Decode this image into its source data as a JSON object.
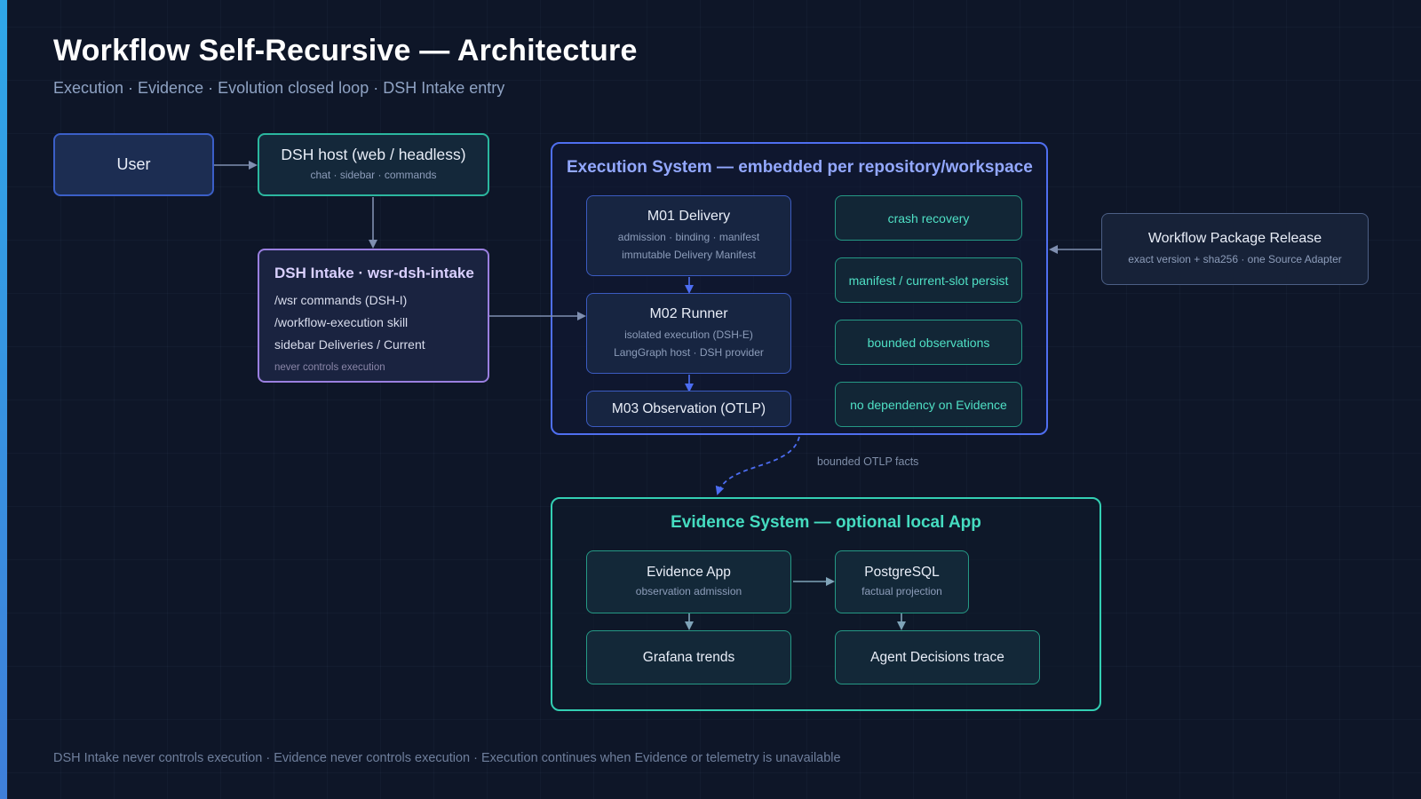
{
  "header": {
    "title": "Workflow Self-Recursive — Architecture",
    "subtitle": "Execution · Evidence · Evolution closed loop · DSH Intake entry"
  },
  "nodes": {
    "user": {
      "label": "User"
    },
    "host": {
      "label": "DSH host (web / headless)",
      "sub": "chat · sidebar · commands"
    },
    "intake": {
      "title": "DSH Intake · wsr-dsh-intake",
      "lines": [
        "/wsr commands (DSH-I)",
        "/workflow-execution skill",
        "sidebar Deliveries / Current"
      ],
      "note": "never controls execution"
    },
    "release": {
      "label": "Workflow Package Release",
      "sub": "exact version + sha256 · one Source Adapter"
    }
  },
  "execution": {
    "title": "Execution System — embedded per repository/workspace",
    "m01": {
      "label": "M01 Delivery",
      "sub1": "admission · binding · manifest",
      "sub2": "immutable Delivery Manifest"
    },
    "m02": {
      "label": "M02 Runner",
      "sub1": "isolated execution (DSH-E)",
      "sub2": "LangGraph host · DSH provider"
    },
    "m03": {
      "label": "M03 Observation (OTLP)"
    },
    "properties": [
      "crash recovery",
      "manifest / current-slot persist",
      "bounded observations",
      "no dependency on Evidence"
    ]
  },
  "edge_label": "bounded OTLP facts",
  "evidence": {
    "title": "Evidence System — optional local App",
    "app": {
      "label": "Evidence App",
      "sub": "observation admission"
    },
    "postgres": {
      "label": "PostgreSQL",
      "sub": "factual projection"
    },
    "grafana": {
      "label": "Grafana trends"
    },
    "decisions": {
      "label": "Agent Decisions trace"
    }
  },
  "footer": "DSH Intake never controls execution · Evidence never controls execution · Execution continues when Evidence or telemetry is unavailable",
  "colors": {
    "background": "#0e1628",
    "execution_border": "#4f6ff0",
    "evidence_border": "#33cfb3",
    "intake_border": "#9a7fe0",
    "host_border": "#2bb79f",
    "connector": "#7f8fb0",
    "exec_arrow": "#4c6df2"
  }
}
